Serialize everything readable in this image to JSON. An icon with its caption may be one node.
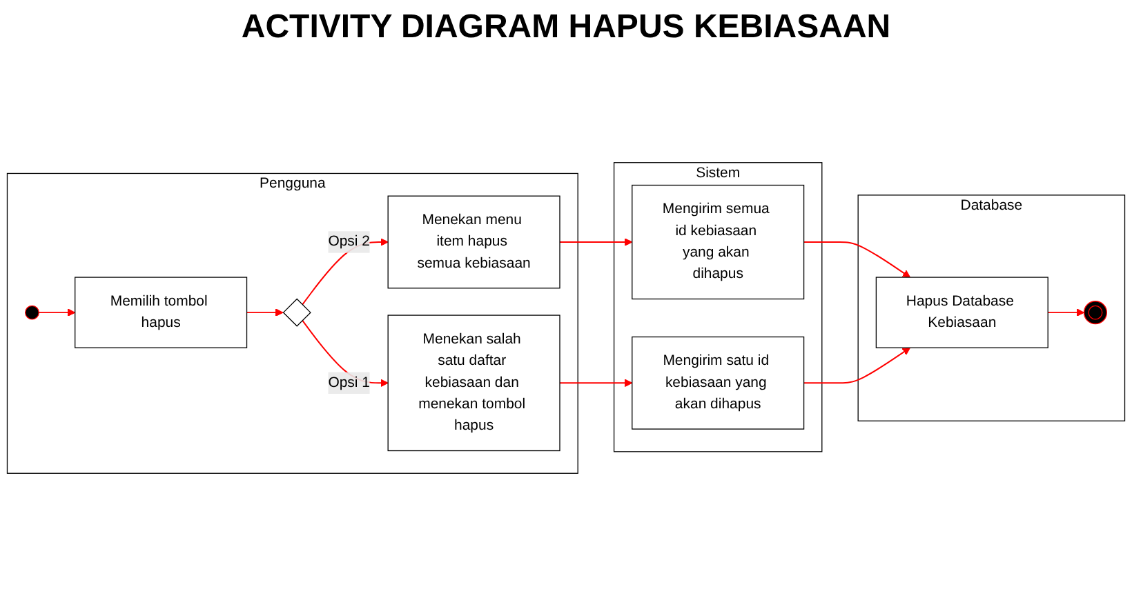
{
  "diagram": {
    "title": "ACTIVITY DIAGRAM HAPUS KEBIASAAN",
    "nodes": [
      {
        "text": [
          "Pengguna"
        ]
      },
      {
        "text": [
          "Sistem"
        ]
      },
      {
        "text": [
          "Database"
        ]
      },
      {
        "text": [],
        "shape": "circle",
        "in": 0
      },
      {
        "text": [
          "Memilih tombol hapus"
        ],
        "in": 0
      },
      {
        "text": [],
        "shape": "diamond",
        "in": 0
      },
      {
        "text": [
          "Menekan menu item hapus semua kebiasaan"
        ],
        "in": 0
      },
      {
        "text": [
          "Menekan salah satu daftar kebiasaan dan menekan tombol hapus"
        ],
        "in": 0
      },
      {
        "text": [
          "Mengirim semua id kebiasaan yang akan dihapus"
        ],
        "in": 1
      },
      {
        "text": [
          "Mengirim satu id kebiasaan yang akan dihapus"
        ],
        "in": 1
      },
      {
        "text": [
          "Hapus Database Kebiasaan"
        ],
        "in": 2
      },
      {
        "text": [],
        "shape": "circle",
        "in": 2
      }
    ],
    "edges": [
      {
        "from": 3,
        "to": 4,
        "arrow": "to"
      },
      {
        "from": 4,
        "to": 5,
        "arrow": "to"
      },
      {
        "from": 5,
        "to": 6,
        "arrow": "to",
        "label": "Opsi 2"
      },
      {
        "from": 5,
        "to": 7,
        "arrow": "to",
        "label": "Opsi 1"
      },
      {
        "from": 6,
        "to": 8,
        "arrow": "to"
      },
      {
        "from": 7,
        "to": 9,
        "arrow": "to"
      },
      {
        "from": 8,
        "to": 10,
        "arrow": "to"
      },
      {
        "from": 9,
        "to": 10,
        "arrow": "to"
      },
      {
        "from": 10,
        "to": 11,
        "arrow": "to"
      }
    ]
  }
}
